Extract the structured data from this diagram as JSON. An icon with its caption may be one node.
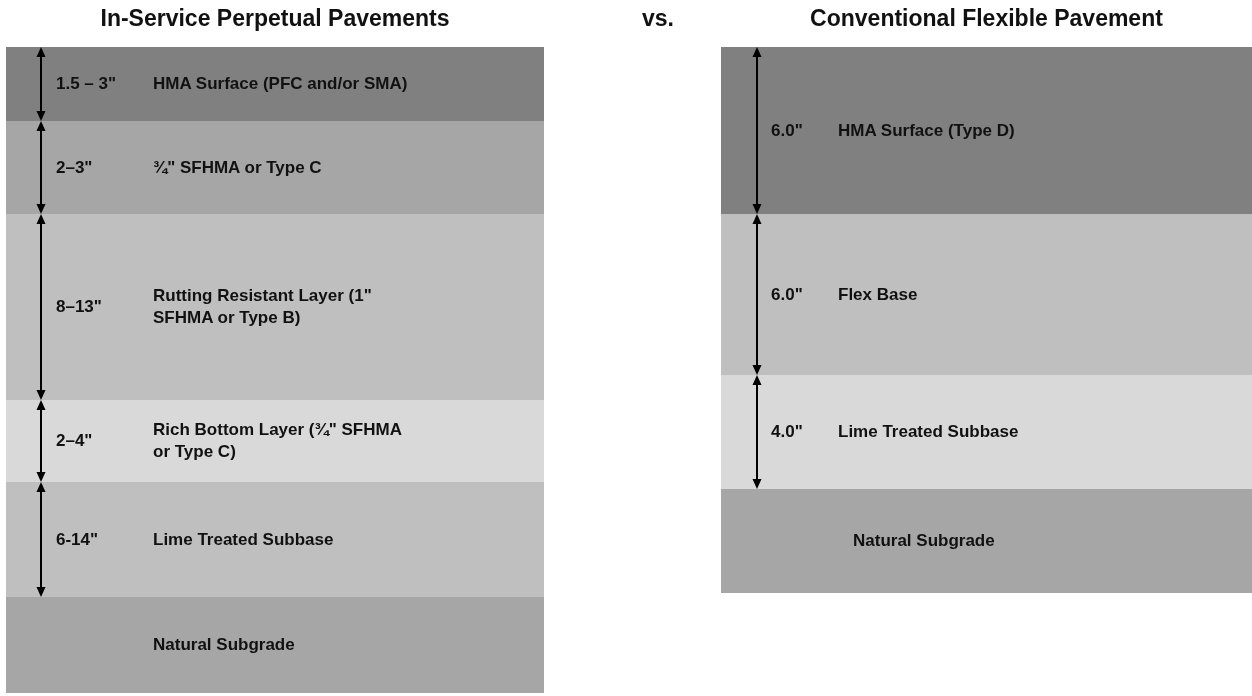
{
  "diagram": {
    "nodes": [
      {
        "text": [
          "In-Service Perpetual Pavements"
        ]
      },
      {
        "text": [
          "1.5 – 3\"",
          "HMA Surface (PFC and/or SMA)"
        ],
        "in": 0
      },
      {
        "text": [
          "2–3\"",
          "¾\" SFHMA or Type C"
        ],
        "in": 0
      },
      {
        "text": [
          "8–13\"",
          "Rutting Resistant Layer (1\" SFHMA or Type B)"
        ],
        "in": 0
      },
      {
        "text": [
          "2–4\"",
          "Rich Bottom Layer (¾\" SFHMA or Type C)"
        ],
        "in": 0
      },
      {
        "text": [
          "6-14\"",
          "Lime Treated Subbase"
        ],
        "in": 0
      },
      {
        "text": [
          "Natural Subgrade"
        ],
        "in": 0
      },
      {
        "text": [
          "Conventional Flexible Pavement"
        ]
      },
      {
        "text": [
          "6.0\"",
          "HMA Surface (Type D)"
        ],
        "in": 7
      },
      {
        "text": [
          "6.0\"",
          "Flex Base"
        ],
        "in": 7
      },
      {
        "text": [
          "4.0\"",
          "Lime Treated Subbase"
        ],
        "in": 7
      },
      {
        "text": [
          "Natural Subgrade"
        ],
        "in": 7
      }
    ],
    "labels": [
      "vs."
    ]
  }
}
